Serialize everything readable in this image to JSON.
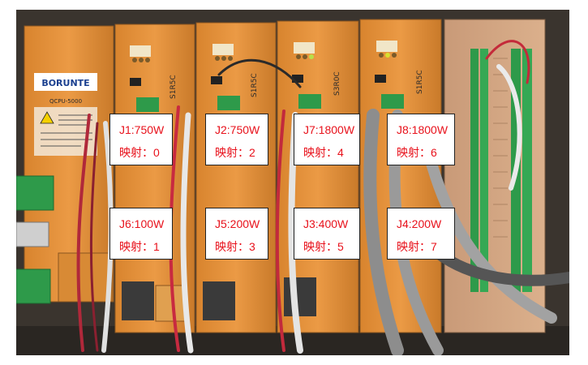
{
  "photo": {
    "device_brand": "BORUNTE",
    "device_model": "QCPU-5000",
    "drive_models": [
      "S1R5C",
      "S1R5C",
      "S3R0C",
      "S1R5C"
    ],
    "colors": {
      "label_text": "#e8111b",
      "label_bg": "#ffffff",
      "drive_orange": "#e8923a",
      "terminal_green": "#2e9a4a"
    }
  },
  "labels": [
    {
      "joint": "J1:750W",
      "mapping": "映射：0"
    },
    {
      "joint": "J2:750W",
      "mapping": "映射：2"
    },
    {
      "joint": "J7:1800W",
      "mapping": "映射：4"
    },
    {
      "joint": "J8:1800W",
      "mapping": "映射：6"
    },
    {
      "joint": "J6:100W",
      "mapping": "映射：1"
    },
    {
      "joint": "J5:200W",
      "mapping": "映射：3"
    },
    {
      "joint": "J3:400W",
      "mapping": "映射：5"
    },
    {
      "joint": "J4:200W",
      "mapping": "映射：7"
    }
  ]
}
